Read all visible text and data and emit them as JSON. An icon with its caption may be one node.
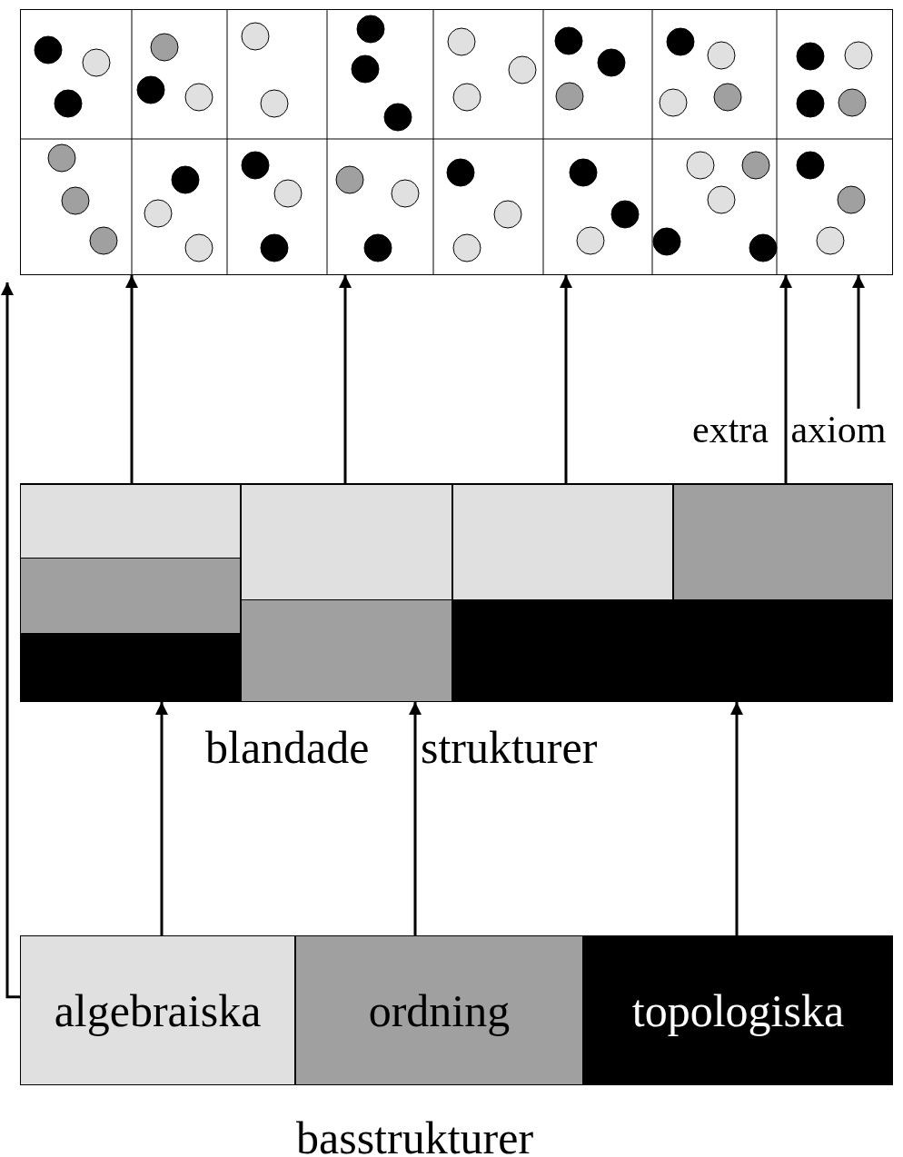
{
  "diagram": {
    "nodes": [
      {
        "text": [],
        "shape": "picture"
      },
      {
        "text": [],
        "shape": "box"
      },
      {
        "text": [],
        "shape": "box"
      },
      {
        "text": [],
        "shape": "box"
      },
      {
        "text": [],
        "shape": "box"
      },
      {
        "text": [
          "algebraiska"
        ]
      },
      {
        "text": [
          "ordning"
        ]
      },
      {
        "text": [
          "topologiska"
        ]
      },
      {
        "text": [
          "extra axiom"
        ]
      }
    ],
    "edges": [
      {
        "from": 1,
        "to": 0,
        "arrow": "to"
      },
      {
        "from": 2,
        "to": 0,
        "arrow": "to"
      },
      {
        "from": 3,
        "to": 0,
        "arrow": "to"
      },
      {
        "from": 4,
        "to": 0,
        "arrow": "to"
      },
      {
        "from": 8,
        "to": 0,
        "arrow": "to"
      },
      {
        "from": 5,
        "to": 1,
        "arrow": "to"
      },
      {
        "from": 6,
        "to": 2,
        "arrow": "to"
      },
      {
        "from": 7,
        "to": 4,
        "arrow": "to"
      },
      {
        "from": 5,
        "to": 0,
        "arrow": "to"
      }
    ],
    "labels": [
      "blandade strukturer",
      "basstrukturer"
    ]
  }
}
